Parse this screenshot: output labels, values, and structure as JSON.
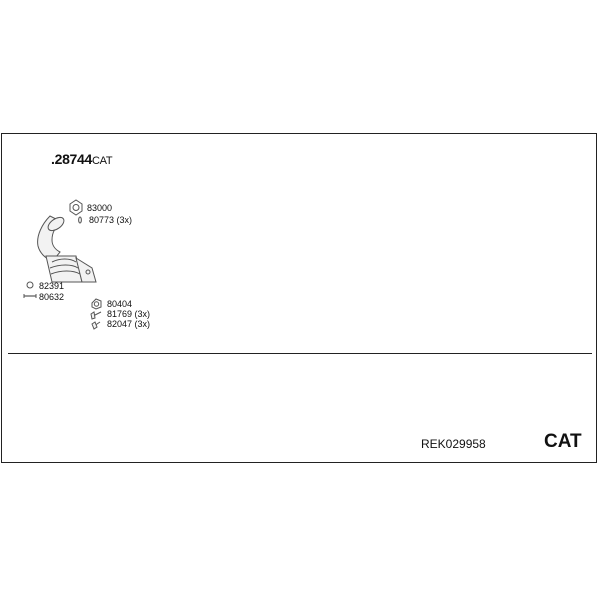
{
  "diagram": {
    "part_number": ".28744",
    "part_suffix": "CAT",
    "labels": {
      "p83000": "83000",
      "p80773": "80773 (3x)",
      "p82391": "82391",
      "p80632": "80632",
      "p80404": "80404",
      "p81769": "81769 (3x)",
      "p82047": "82047 (3x)"
    },
    "kit_ref": "REK029958",
    "category": "CAT"
  },
  "colors": {
    "line": "#222222",
    "part_fill": "#f2f2f2",
    "part_stroke": "#555555"
  },
  "icons": [
    "gasket-icon",
    "bolt-icon",
    "nut-icon",
    "sensor-icon",
    "clamp-icon",
    "catalytic-converter-icon"
  ]
}
